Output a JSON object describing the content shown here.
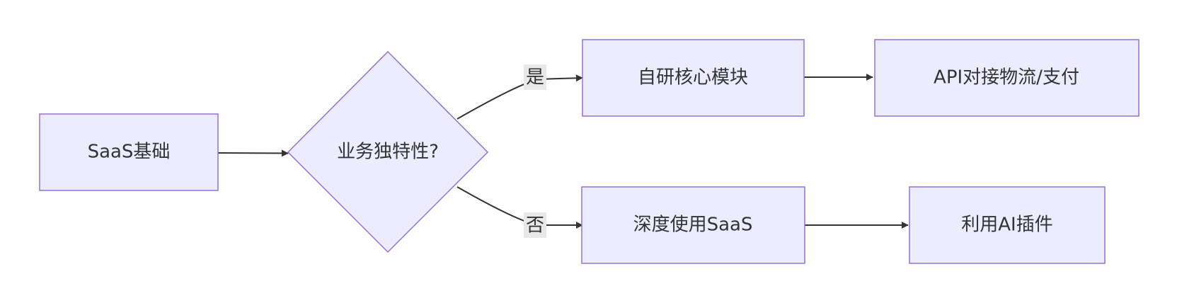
{
  "nodes": {
    "saas_base": "SaaS基础",
    "decision": "业务独特性?",
    "self_dev": "自研核心模块",
    "api": "API对接物流/支付",
    "deep_saas": "深度使用SaaS",
    "ai_plugin": "利用AI插件"
  },
  "edges": {
    "yes": "是",
    "no": "否"
  },
  "colors": {
    "node_fill": "#ECECFF",
    "node_stroke": "#9370DB",
    "edge": "#333333",
    "label_bg": "#E8E8E8"
  }
}
